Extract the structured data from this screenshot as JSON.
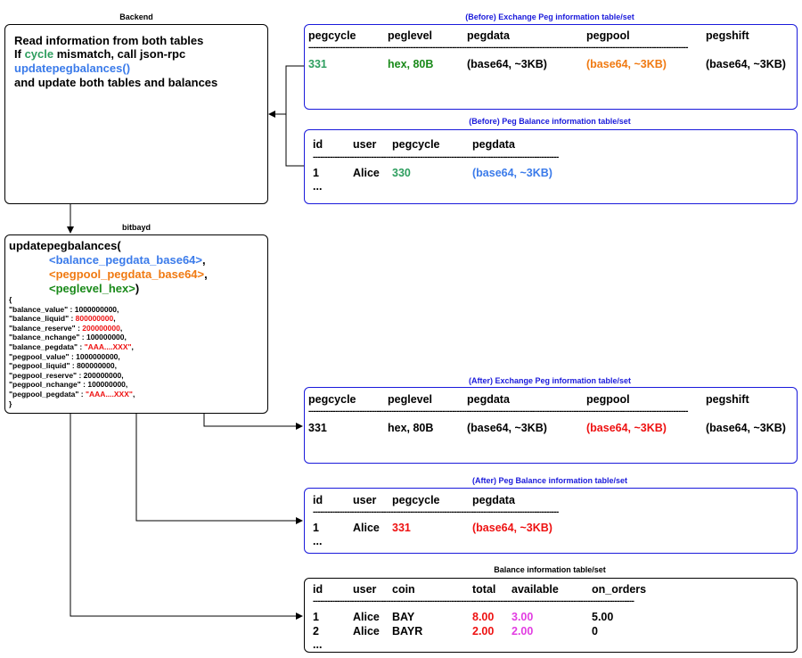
{
  "colors": {
    "green": "#2e9e5f",
    "darkgreen": "#1a8a1a",
    "blue": "#3b7bea",
    "orange": "#f07a12",
    "red": "#ee1111",
    "magenta": "#e23de2",
    "caption": "#1a1adb",
    "border_table": "#1a1adb"
  },
  "backend": {
    "caption": "Backend",
    "line1": "Read information from both tables",
    "line2_pre": "If ",
    "line2_cycle": "cycle",
    "line2_post": " mismatch, call json-rpc",
    "line3": "updatepegbalances()",
    "line4": "and update both tables and balances"
  },
  "bitbayd": {
    "caption": "bitbayd",
    "call": "updatepegbalances(",
    "arg1": "<balance_pegdata_base64>",
    "arg2": "<pegpool_pegdata_base64>",
    "arg3": "<peglevel_hex>",
    "comma": ",",
    "close": ")",
    "open_brace": "{",
    "close_brace": "}",
    "json": [
      {
        "key": "\"balance_value\"",
        "val": "1000000000",
        "red": false
      },
      {
        "key": "\"balance_liquid\"",
        "val": "800000000",
        "red": true
      },
      {
        "key": "\"balance_reserve\"",
        "val": "200000000",
        "red": true
      },
      {
        "key": "\"balance_nchange\"",
        "val": "100000000",
        "red": false
      },
      {
        "key": "\"balance_pegdata\"",
        "val": "\"AAA....XXX\"",
        "red": true
      },
      {
        "key": "\"pegpool_value\"",
        "val": "1000000000",
        "red": false
      },
      {
        "key": "\"pegpool_liquid\"",
        "val": "800000000",
        "red": false
      },
      {
        "key": "\"pegpool_reserve\"",
        "val": "200000000",
        "red": false
      },
      {
        "key": "\"pegpool_nchange\"",
        "val": "100000000",
        "red": false
      },
      {
        "key": "\"pegpool_pegdata\"",
        "val": "\"AAA....XXX\"",
        "red": true
      }
    ]
  },
  "exchange_before": {
    "caption": "(Before) Exchange Peg information table/set",
    "headers": [
      "pegcycle",
      "peglevel",
      "pegdata",
      "pegpool",
      "pegshift"
    ],
    "row": [
      "331",
      "hex, 80B",
      "(base64, ~3KB)",
      "(base64, ~3KB)",
      "(base64, ~3KB)"
    ]
  },
  "balance_before": {
    "caption": "(Before) Peg Balance information table/set",
    "headers": [
      "id",
      "user",
      "pegcycle",
      "pegdata"
    ],
    "row": [
      "1",
      "Alice",
      "330",
      "(base64, ~3KB)"
    ],
    "ellipsis": "..."
  },
  "exchange_after": {
    "caption": "(After) Exchange Peg information table/set",
    "headers": [
      "pegcycle",
      "peglevel",
      "pegdata",
      "pegpool",
      "pegshift"
    ],
    "row": [
      "331",
      "hex, 80B",
      "(base64, ~3KB)",
      "(base64, ~3KB)",
      "(base64, ~3KB)"
    ]
  },
  "balance_after": {
    "caption": "(After) Peg Balance information table/set",
    "headers": [
      "id",
      "user",
      "pegcycle",
      "pegdata"
    ],
    "row": [
      "1",
      "Alice",
      "331",
      "(base64, ~3KB)"
    ],
    "ellipsis": "..."
  },
  "balance_info": {
    "caption": "Balance information table/set",
    "headers": [
      "id",
      "user",
      "coin",
      "total",
      "available",
      "on_orders"
    ],
    "rows": [
      [
        "1",
        "Alice",
        "BAY",
        "8.00",
        "3.00",
        "5.00"
      ],
      [
        "2",
        "Alice",
        "BAYR",
        "2.00",
        "2.00",
        "0"
      ]
    ],
    "ellipsis": "..."
  },
  "dashes": {
    "long": "------------------------------------------------------------------------------------------------------------------------------------------------------------",
    "medium": "--------------------------------------------------------------------------------------------------------------",
    "balance": "------------------------------------------------------------------------------------------------------------------------------------"
  }
}
